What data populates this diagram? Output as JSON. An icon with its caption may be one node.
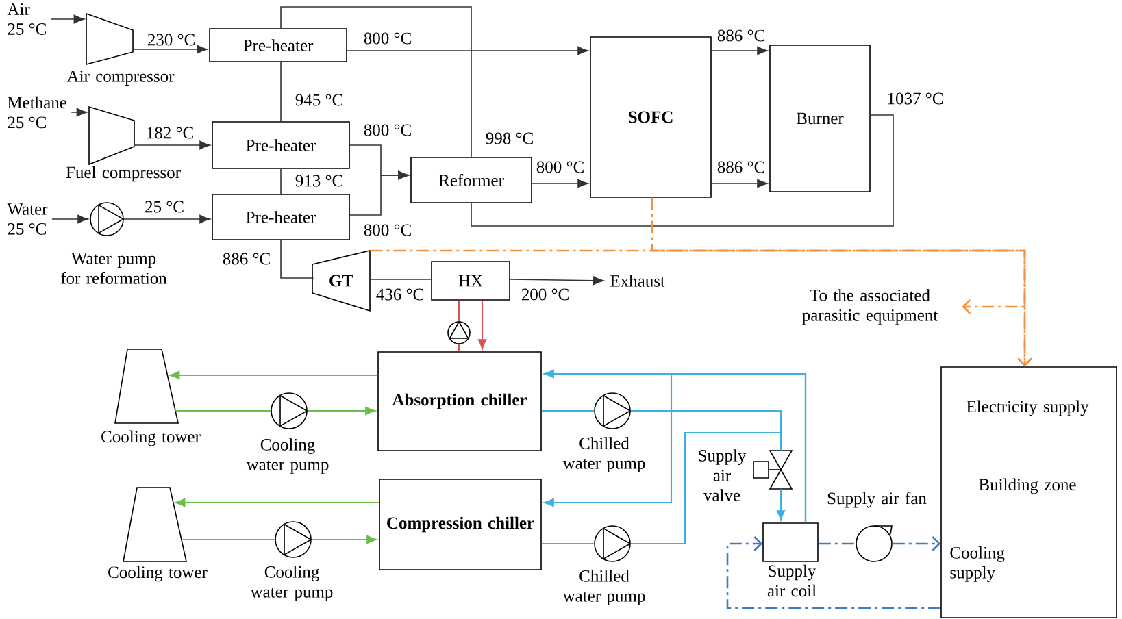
{
  "diagram": {
    "nodes": [
      {
        "text": [
          "Air",
          "25 °C"
        ]
      },
      {
        "text": [],
        "shape": "trapezoid",
        "beside": [
          "Air compressor"
        ]
      },
      {
        "text": [
          "Pre-heater"
        ]
      },
      {
        "text": [
          "Methane",
          "25 °C"
        ]
      },
      {
        "text": [],
        "shape": "trapezoid",
        "beside": [
          "Fuel compressor"
        ]
      },
      {
        "text": [
          "Pre-heater"
        ]
      },
      {
        "text": [
          "Water",
          "25 °C"
        ]
      },
      {
        "text": [],
        "shape": "circle",
        "beside": [
          "Water pump for reformation"
        ]
      },
      {
        "text": [
          "Pre-heater"
        ]
      },
      {
        "text": [
          "Reformer"
        ]
      },
      {
        "text": [
          "SOFC"
        ]
      },
      {
        "text": [
          "Burner"
        ]
      },
      {
        "text": [
          "GT"
        ]
      },
      {
        "text": [
          "HX"
        ]
      },
      {
        "text": [
          "Exhaust"
        ]
      },
      {
        "text": [
          "To the associated parasitic equipment"
        ]
      },
      {
        "text": [
          "Electricity supply",
          "Building zone",
          "Cooling supply"
        ]
      },
      {
        "text": [
          "Absorption chiller"
        ]
      },
      {
        "text": [
          "Compression chiller"
        ]
      },
      {
        "text": [],
        "shape": "trapezoid",
        "beside": [
          "Cooling tower"
        ]
      },
      {
        "text": [],
        "shape": "circle",
        "beside": [
          "Cooling water pump"
        ]
      },
      {
        "text": [],
        "shape": "trapezoid",
        "beside": [
          "Cooling tower"
        ]
      },
      {
        "text": [],
        "shape": "circle",
        "beside": [
          "Cooling water pump"
        ]
      },
      {
        "text": [],
        "shape": "circle",
        "beside": [
          "Chilled water pump"
        ]
      },
      {
        "text": [],
        "shape": "circle",
        "beside": [
          "Chilled water pump"
        ]
      },
      {
        "text": [],
        "shape": "valve",
        "beside": [
          "Supply air valve"
        ]
      },
      {
        "text": [],
        "shape": "box",
        "beside": [
          "Supply air coil"
        ]
      },
      {
        "text": [],
        "shape": "circle",
        "beside": [
          "Supply air fan"
        ]
      },
      {
        "text": [],
        "shape": "circle"
      }
    ],
    "edges": [
      {
        "from": 0,
        "to": 1,
        "arrow": "to"
      },
      {
        "from": 1,
        "to": 2,
        "arrow": "to",
        "label": "230 °C"
      },
      {
        "from": 2,
        "to": 10,
        "arrow": "to",
        "label": "800 °C"
      },
      {
        "from": 10,
        "to": 11,
        "arrow": "to",
        "label": "886 °C"
      },
      {
        "from": 10,
        "to": 11,
        "arrow": "to",
        "label": "886 °C"
      },
      {
        "from": 11,
        "to": 9,
        "arrow": "none",
        "label": "1037 °C"
      },
      {
        "from": 9,
        "to": 2,
        "arrow": "none",
        "label": "998 °C"
      },
      {
        "from": 2,
        "to": 5,
        "arrow": "none",
        "label": "945 °C"
      },
      {
        "from": 3,
        "to": 4,
        "arrow": "to"
      },
      {
        "from": 4,
        "to": 5,
        "arrow": "to",
        "label": "182 °C"
      },
      {
        "from": 5,
        "to": 8,
        "arrow": "none",
        "label": "913 °C"
      },
      {
        "from": 6,
        "to": 7,
        "arrow": "to"
      },
      {
        "from": 7,
        "to": 8,
        "arrow": "to",
        "label": "25 °C"
      },
      {
        "from": 5,
        "to": 9,
        "arrow": "to",
        "label": "800 °C"
      },
      {
        "from": 8,
        "to": 9,
        "arrow": "to",
        "label": "800 °C"
      },
      {
        "from": 9,
        "to": 10,
        "arrow": "to",
        "label": "800 °C"
      },
      {
        "from": 8,
        "to": 12,
        "arrow": "none",
        "label": "886 °C"
      },
      {
        "from": 12,
        "to": 13,
        "arrow": "none",
        "label": "436 °C"
      },
      {
        "from": 13,
        "to": 14,
        "arrow": "to",
        "label": "200 °C"
      },
      {
        "from": 10,
        "to": 16,
        "arrow": "to",
        "style": "dashed",
        "color": "#f39240"
      },
      {
        "from": 10,
        "to": 15,
        "arrow": "to",
        "style": "dashed",
        "color": "#f39240"
      },
      {
        "from": 12,
        "to": 16,
        "arrow": "to",
        "style": "dashed",
        "color": "#f39240"
      },
      {
        "from": 13,
        "to": 17,
        "arrow": "to",
        "color": "#d9534f"
      },
      {
        "from": 17,
        "to": 28,
        "arrow": "none",
        "color": "#d9534f"
      },
      {
        "from": 28,
        "to": 13,
        "arrow": "none",
        "color": "#d9534f"
      },
      {
        "from": 17,
        "to": 19,
        "arrow": "to",
        "color": "#6abf4b"
      },
      {
        "from": 19,
        "to": 20,
        "arrow": "none",
        "color": "#6abf4b"
      },
      {
        "from": 20,
        "to": 17,
        "arrow": "to",
        "color": "#6abf4b"
      },
      {
        "from": 18,
        "to": 21,
        "arrow": "to",
        "color": "#6abf4b"
      },
      {
        "from": 21,
        "to": 22,
        "arrow": "none",
        "color": "#6abf4b"
      },
      {
        "from": 22,
        "to": 18,
        "arrow": "to",
        "color": "#6abf4b"
      },
      {
        "from": 17,
        "to": 23,
        "arrow": "none",
        "color": "#3db0e0"
      },
      {
        "from": 23,
        "to": 25,
        "arrow": "none",
        "color": "#3db0e0"
      },
      {
        "from": 18,
        "to": 24,
        "arrow": "none",
        "color": "#3db0e0"
      },
      {
        "from": 24,
        "to": 25,
        "arrow": "none",
        "color": "#3db0e0"
      },
      {
        "from": 25,
        "to": 26,
        "arrow": "to",
        "color": "#3db0e0"
      },
      {
        "from": 26,
        "to": 17,
        "arrow": "to",
        "color": "#3db0e0"
      },
      {
        "from": 26,
        "to": 18,
        "arrow": "to",
        "color": "#3db0e0"
      },
      {
        "from": 16,
        "to": 26,
        "arrow": "to",
        "style": "dashed",
        "color": "#3f7cc4"
      },
      {
        "from": 26,
        "to": 27,
        "arrow": "none",
        "style": "dashed",
        "color": "#3f7cc4"
      },
      {
        "from": 27,
        "to": 16,
        "arrow": "to",
        "style": "dashed",
        "color": "#3f7cc4"
      }
    ]
  }
}
